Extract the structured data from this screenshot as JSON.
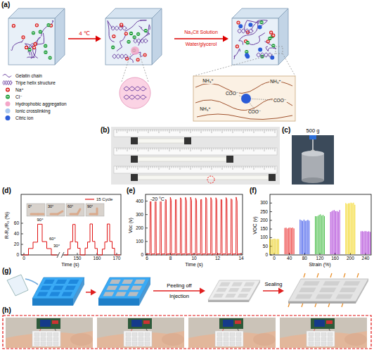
{
  "diagram": {
    "labels": [
      "(a)",
      "4 ℃",
      "Na₃Cit Solution",
      "Water/glycerol",
      "NH₃⁺",
      "NH₃⁺",
      "NH₃⁺",
      "COO⁻",
      "COO⁻",
      "COO⁻",
      "(b)",
      "(c)",
      "500 g",
      "(d)",
      "R-R₀/R₀ (%)",
      "0",
      "20",
      "40",
      "60",
      "0",
      "150",
      "160",
      "170",
      "Time (s)",
      "0°",
      "30°",
      "60°",
      "90°",
      "90°",
      "60°",
      "30°",
      "(e)",
      "Voc (v)",
      "0",
      "100",
      "200",
      "300",
      "400",
      "6",
      "8",
      "10",
      "12",
      "14",
      "Time (s)",
      "-20 °C",
      "(f)",
      "VOC (v)",
      "0",
      "50",
      "100",
      "150",
      "200",
      "250",
      "300",
      "0",
      "40",
      "80",
      "120",
      "160",
      "200",
      "240",
      "Strain (%)",
      "(g)",
      "Peeling off",
      "Injection",
      "Sealing",
      "(h)"
    ],
    "legend": [
      {
        "text": "Gelatin chain"
      },
      {
        "text": "Tripe helix structure"
      },
      {
        "text": "Na⁺"
      },
      {
        "text": "Cl⁻"
      },
      {
        "text": "Hydrophobic aggregation"
      },
      {
        "text": "Ionic crosslinking"
      },
      {
        "text": "Citric ion"
      },
      {
        "text": "15 Cycle"
      }
    ]
  }
}
